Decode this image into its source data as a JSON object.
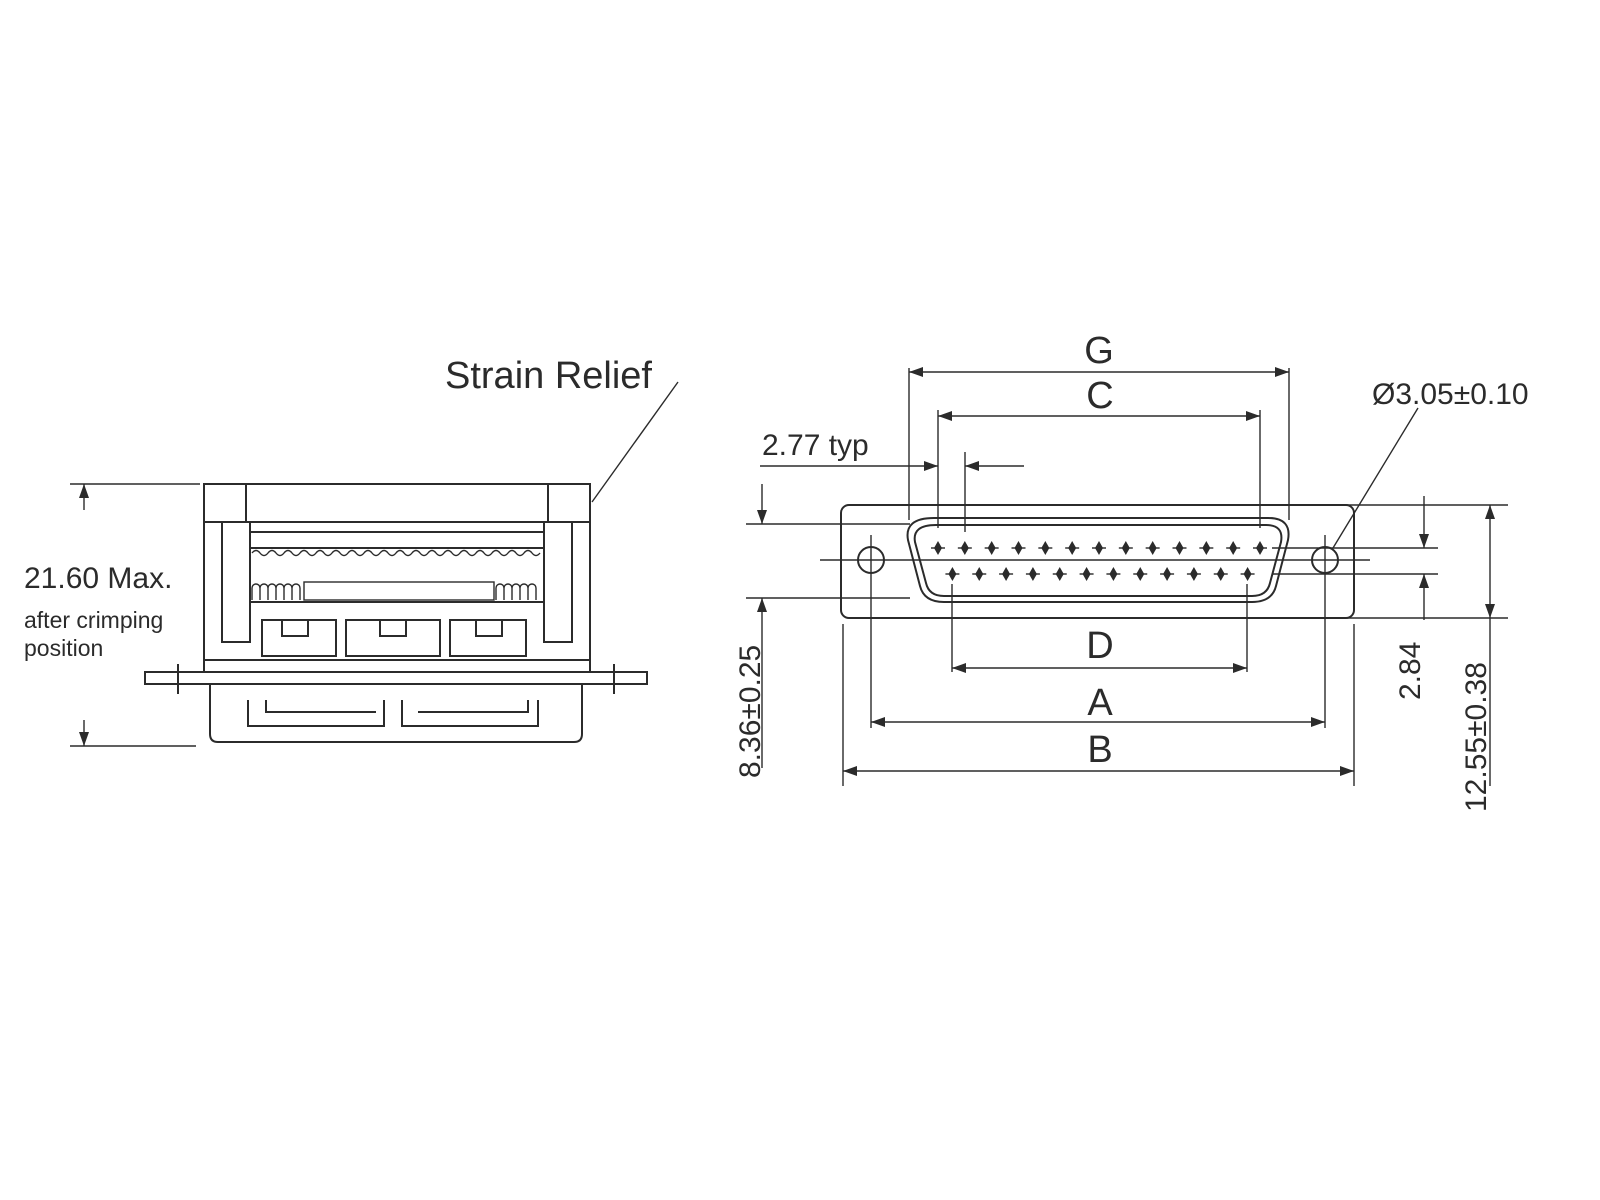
{
  "side_view": {
    "strain_relief_label": "Strain Relief",
    "height_label": "21.60 Max.",
    "height_note_line1": "after crimping",
    "height_note_line2": "position"
  },
  "front_view": {
    "dim_g": "G",
    "dim_c": "C",
    "dim_d": "D",
    "dim_a": "A",
    "dim_b": "B",
    "pitch_label": "2.77 typ",
    "hole_label": "Ø3.05±0.10",
    "flange_height_label": "8.36±0.25",
    "row_spacing_label": "2.84",
    "overall_height_label": "12.55±0.38",
    "top_row_pins": 13,
    "bottom_row_pins": 12
  }
}
